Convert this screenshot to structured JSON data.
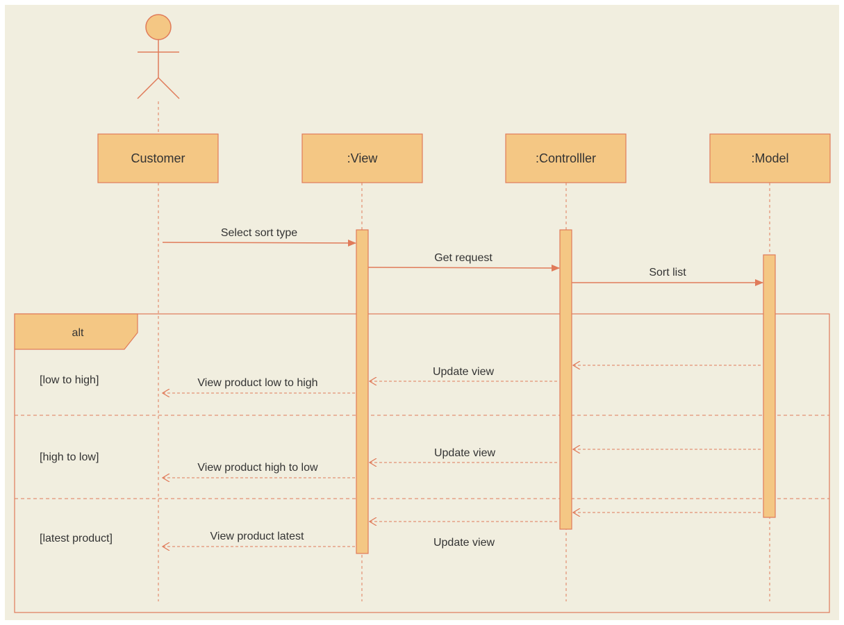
{
  "colors": {
    "background": "#f1eedf",
    "box_fill": "#f4c784",
    "stroke": "#e07b5a",
    "text": "#333333"
  },
  "actor": {
    "name": "Customer",
    "icon": "stick-figure-icon"
  },
  "lifelines": [
    {
      "id": "customer",
      "label": "Customer"
    },
    {
      "id": "view",
      "label": ":View"
    },
    {
      "id": "controller",
      "label": ":Controlller"
    },
    {
      "id": "model",
      "label": ":Model"
    }
  ],
  "messages": [
    {
      "label": "Select sort type",
      "from": "customer",
      "to": "view",
      "style": "sync"
    },
    {
      "label": "Get request",
      "from": "view",
      "to": "controller",
      "style": "sync"
    },
    {
      "label": "Sort list",
      "from": "controller",
      "to": "model",
      "style": "sync"
    }
  ],
  "fragment": {
    "type": "alt",
    "operands": [
      {
        "guard": "[low to high]",
        "returns": [
          {
            "label": "",
            "from": "model",
            "to": "controller"
          },
          {
            "label": "Update view",
            "from": "controller",
            "to": "view"
          },
          {
            "label": "View product low to high",
            "from": "view",
            "to": "customer"
          }
        ]
      },
      {
        "guard": "[high to low]",
        "returns": [
          {
            "label": "",
            "from": "model",
            "to": "controller"
          },
          {
            "label": "Update view",
            "from": "controller",
            "to": "view"
          },
          {
            "label": "View product high to low",
            "from": "view",
            "to": "customer"
          }
        ]
      },
      {
        "guard": "[latest product]",
        "returns": [
          {
            "label": "",
            "from": "model",
            "to": "controller"
          },
          {
            "label": "Update view",
            "from": "controller",
            "to": "view"
          },
          {
            "label": "View product latest",
            "from": "view",
            "to": "customer"
          }
        ]
      }
    ]
  }
}
